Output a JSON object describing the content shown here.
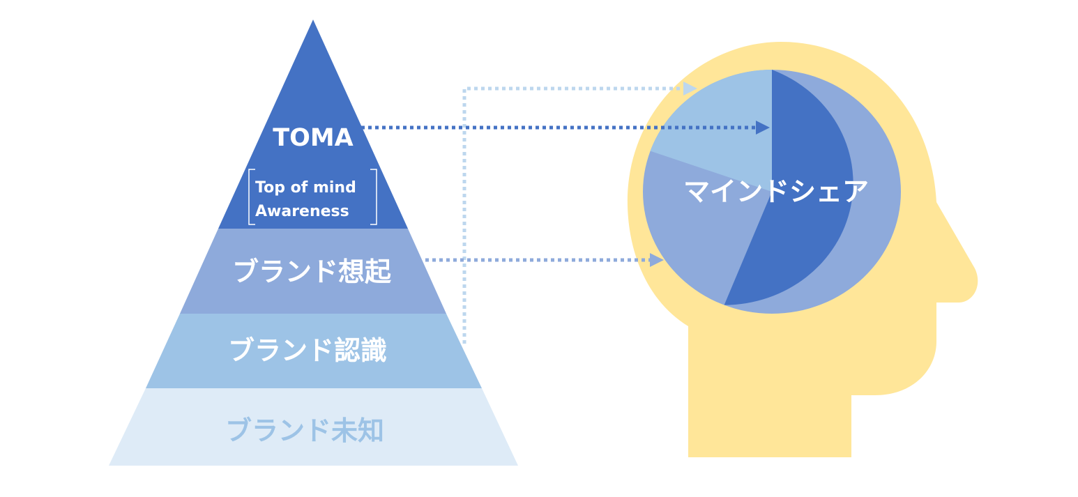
{
  "pyramid": {
    "toma_label": "TOMA",
    "toma_subtitle_line1": "Top of mind",
    "toma_subtitle_line2": "Awareness",
    "recall_label": "ブランド想起",
    "recognition_label": "ブランド認識",
    "unknown_label": "ブランド未知"
  },
  "head": {
    "mindshare_label": "マインドシェア"
  },
  "colors": {
    "toma": "#4472c4",
    "recall": "#8eaadb",
    "recognition": "#9dc3e6",
    "unknown": "#deebf7",
    "unknown_text": "#9dc3e6",
    "head": "#ffe699",
    "text_light": "#ffffff"
  }
}
